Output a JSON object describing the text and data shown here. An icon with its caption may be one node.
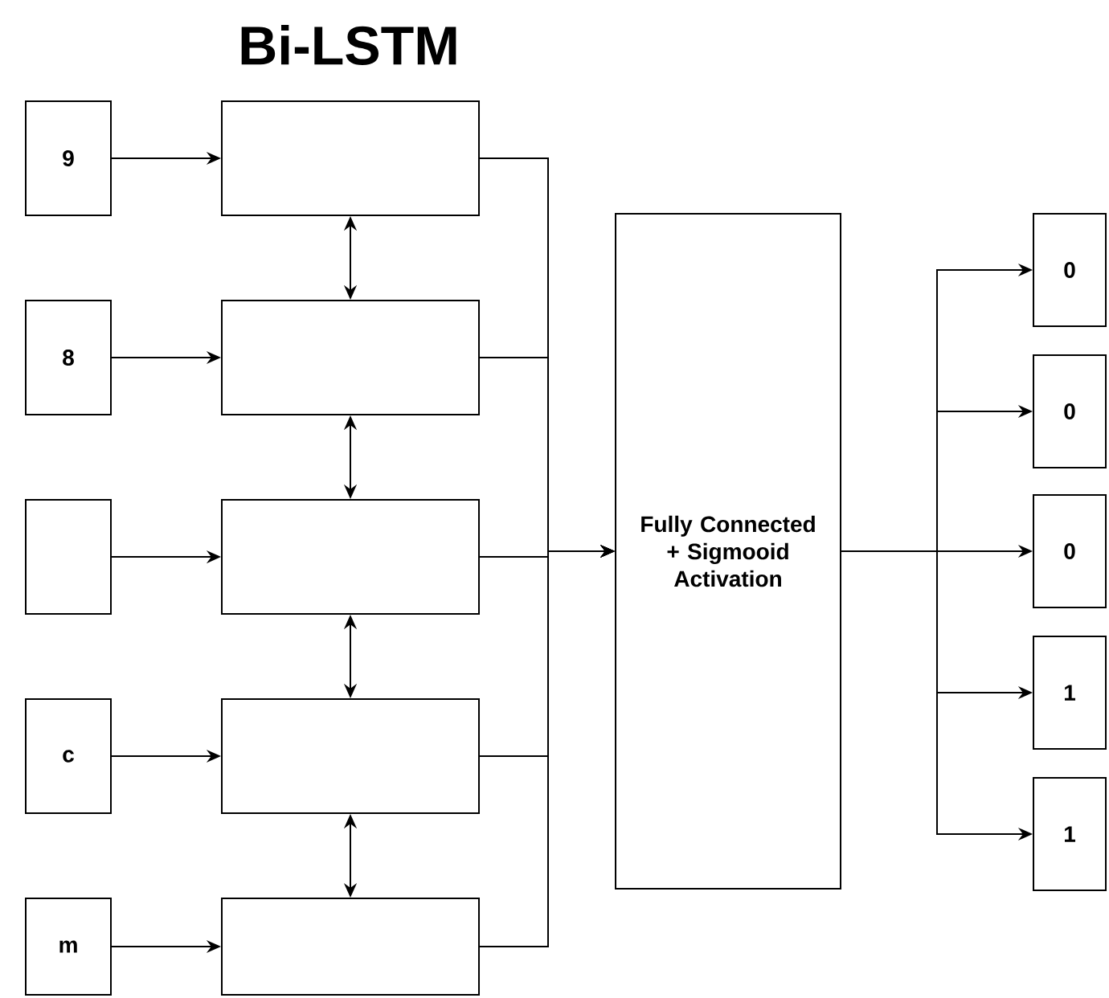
{
  "diagram": {
    "title": "Bi-LSTM",
    "nodes": [
      {
        "text": [
          "9"
        ]
      },
      {
        "text": [
          "8"
        ]
      },
      {
        "text": [],
        "shape": "box"
      },
      {
        "text": [
          "c"
        ]
      },
      {
        "text": [
          "m"
        ]
      },
      {
        "text": [],
        "shape": "box"
      },
      {
        "text": [],
        "shape": "box"
      },
      {
        "text": [],
        "shape": "box"
      },
      {
        "text": [],
        "shape": "box"
      },
      {
        "text": [],
        "shape": "box"
      },
      {
        "text": [
          "Fully Connected + Sigmooid Activation"
        ]
      },
      {
        "text": [
          "0"
        ]
      },
      {
        "text": [
          "0"
        ]
      },
      {
        "text": [
          "0"
        ]
      },
      {
        "text": [
          "1"
        ]
      },
      {
        "text": [
          "1"
        ]
      }
    ],
    "edges": [
      {
        "from": 0,
        "to": 5,
        "arrow": "to"
      },
      {
        "from": 1,
        "to": 6,
        "arrow": "to"
      },
      {
        "from": 2,
        "to": 7,
        "arrow": "to"
      },
      {
        "from": 3,
        "to": 8,
        "arrow": "to"
      },
      {
        "from": 4,
        "to": 9,
        "arrow": "to"
      },
      {
        "from": 5,
        "to": 6,
        "arrow": "both"
      },
      {
        "from": 6,
        "to": 7,
        "arrow": "both"
      },
      {
        "from": 7,
        "to": 8,
        "arrow": "both"
      },
      {
        "from": 8,
        "to": 9,
        "arrow": "both"
      },
      {
        "from": 5,
        "to": 10,
        "arrow": "to"
      },
      {
        "from": 6,
        "to": 10,
        "arrow": "to"
      },
      {
        "from": 7,
        "to": 10,
        "arrow": "to"
      },
      {
        "from": 8,
        "to": 10,
        "arrow": "to"
      },
      {
        "from": 9,
        "to": 10,
        "arrow": "to"
      },
      {
        "from": 10,
        "to": 11,
        "arrow": "to"
      },
      {
        "from": 10,
        "to": 12,
        "arrow": "to"
      },
      {
        "from": 10,
        "to": 13,
        "arrow": "to"
      },
      {
        "from": 10,
        "to": 14,
        "arrow": "to"
      },
      {
        "from": 10,
        "to": 15,
        "arrow": "to"
      }
    ]
  }
}
